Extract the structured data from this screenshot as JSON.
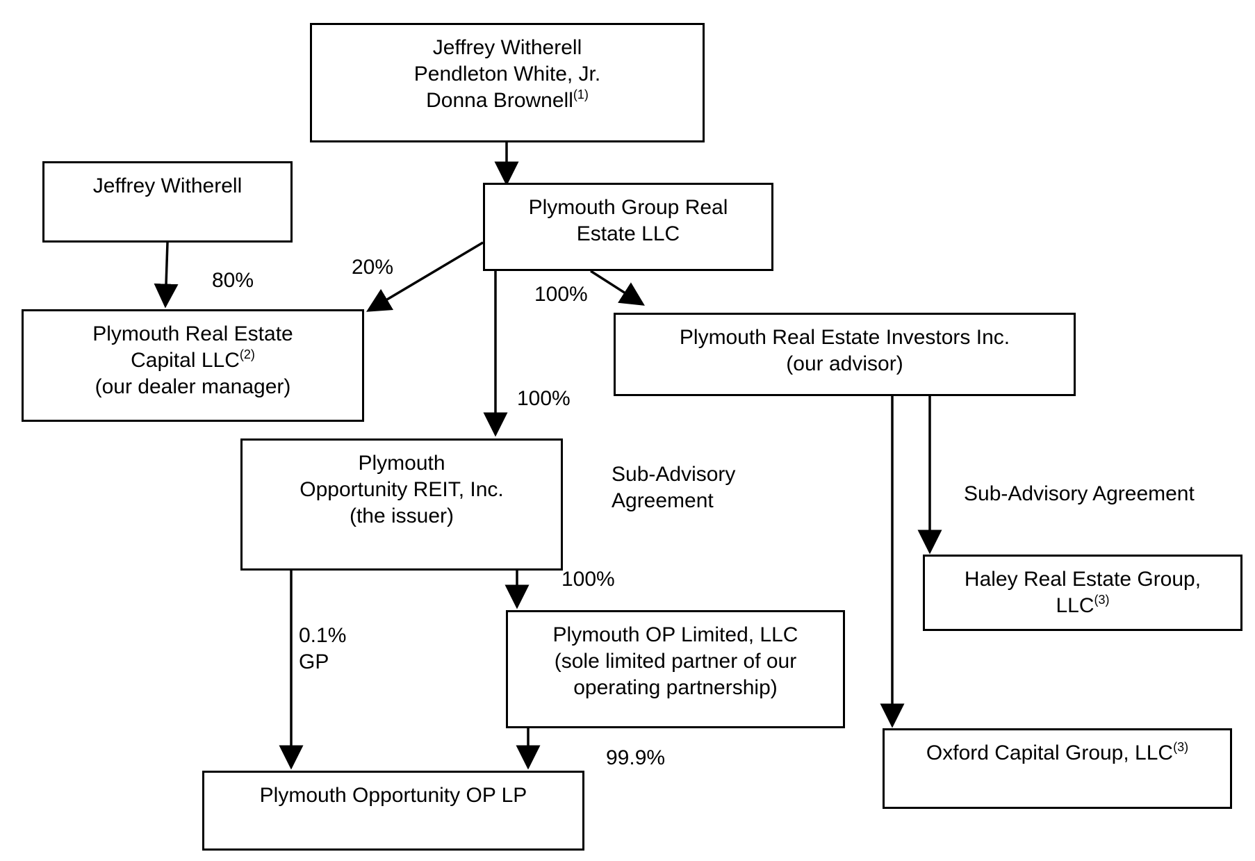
{
  "entities": {
    "owners": {
      "lines": [
        "Jeffrey Witherell",
        "Pendleton White, Jr.",
        "Donna Brownell"
      ],
      "footnote": "(1)"
    },
    "witherell": {
      "lines": [
        "Jeffrey Witherell"
      ]
    },
    "pgre": {
      "lines": [
        "Plymouth Group Real",
        "Estate LLC"
      ]
    },
    "prec": {
      "lines": [
        "Plymouth Real Estate",
        "Capital LLC",
        "(our dealer manager)"
      ],
      "footnote": "(2)"
    },
    "prei": {
      "lines": [
        "Plymouth Real Estate Investors Inc.",
        "(our advisor)"
      ]
    },
    "reit": {
      "lines": [
        "Plymouth",
        "Opportunity REIT, Inc.",
        "(the issuer)"
      ]
    },
    "haley": {
      "lines": [
        "Haley Real Estate Group,",
        "LLC"
      ],
      "footnote": "(3)"
    },
    "oplimited": {
      "lines": [
        "Plymouth OP Limited, LLC",
        "(sole limited partner of our",
        "operating partnership)"
      ]
    },
    "oxford": {
      "lines": [
        "Oxford Capital Group, LLC"
      ],
      "footnote": "(3)"
    },
    "oplp": {
      "lines": [
        "Plymouth Opportunity OP LP"
      ]
    }
  },
  "labels": {
    "pct80": "80%",
    "pct20": "20%",
    "pct100_prei": "100%",
    "pct100_reit": "100%",
    "subadvisory_left": [
      "Sub-Advisory",
      "Agreement"
    ],
    "subadvisory_right": "Sub-Advisory Agreement",
    "pct100_oplimited": "100%",
    "gp_pct": "0.1%",
    "gp": "GP",
    "pct999": "99.9%"
  }
}
